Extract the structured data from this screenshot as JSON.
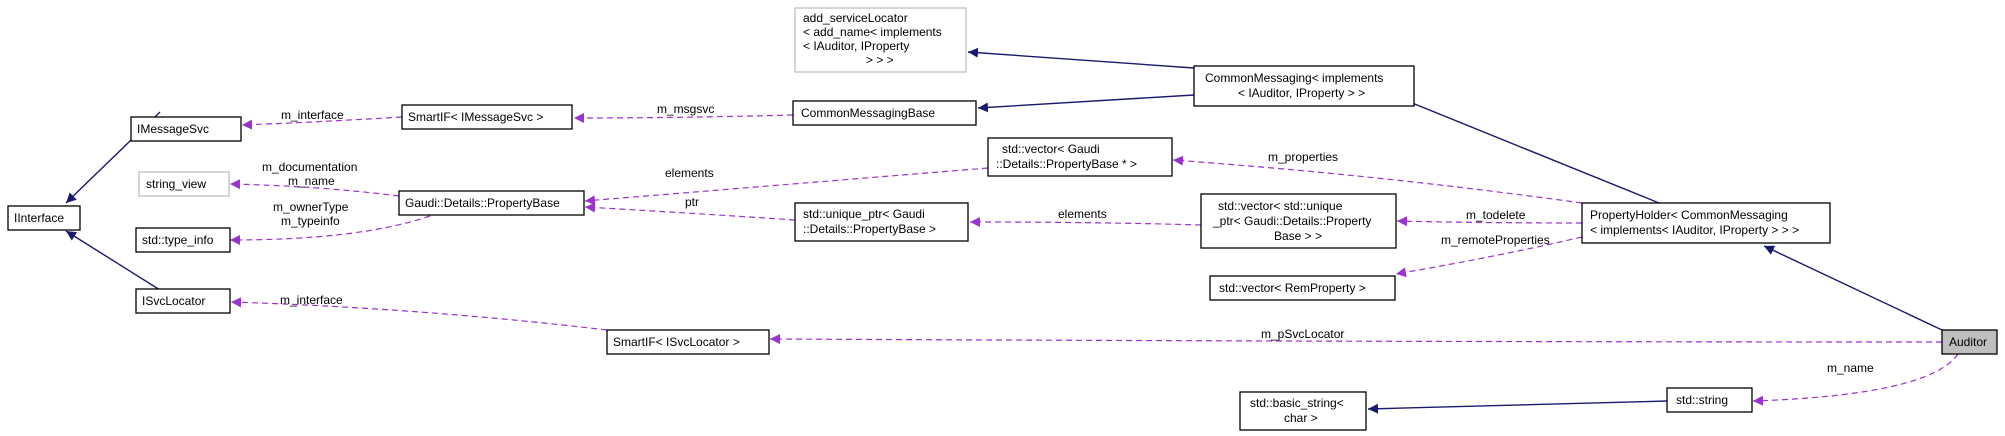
{
  "diagram": {
    "nodes": {
      "iinterface": "IInterface",
      "imessagesvc": "IMessageSvc",
      "string_view": "string_view",
      "type_info": "std::type_info",
      "isvclocator": "ISvcLocator",
      "smartif_imessagesvc": "SmartIF< IMessageSvc >",
      "propertybase": "Gaudi::Details::PropertyBase",
      "smartif_isvclocator": "SmartIF< ISvcLocator >",
      "add_servicelocator": [
        "add_serviceLocator",
        "< add_name< implements",
        "< IAuditor, IProperty",
        "> > >"
      ],
      "commonmessagingbase": "CommonMessagingBase",
      "vector_propertybase_ptr": [
        "std::vector< Gaudi",
        "::Details::PropertyBase * >"
      ],
      "unique_ptr_propertybase": [
        "std::unique_ptr< Gaudi",
        "::Details::PropertyBase >"
      ],
      "commonmessaging": [
        "CommonMessaging< implements",
        "< IAuditor, IProperty > >"
      ],
      "vector_unique_ptr": [
        "std::vector< std::unique",
        "_ptr< Gaudi::Details::Property",
        "Base > >"
      ],
      "vector_remproperty": "std::vector< RemProperty >",
      "basic_string": [
        "std::basic_string<",
        "char >"
      ],
      "std_string": "std::string",
      "propertyholder": [
        "PropertyHolder< CommonMessaging",
        "< implements< IAuditor, IProperty > > >"
      ],
      "auditor": "Auditor"
    },
    "edge_labels": {
      "m_interface_msg": "m_interface",
      "m_msgsvc": "m_msgsvc",
      "m_documentation": "m_documentation",
      "m_name_pb": "m_name",
      "m_ownertype": "m_ownerType",
      "m_typeinfo": "m_typeinfo",
      "elements_vec": "elements",
      "ptr": "ptr",
      "elements_uptr": "elements",
      "m_properties": "m_properties",
      "m_todelete": "m_todelete",
      "m_remoteproperties": "m_remoteProperties",
      "m_interface_svc": "m_interface",
      "m_psvclocator": "m_pSvcLocator",
      "m_name_aud": "m_name"
    },
    "colors": {
      "inheritance_edge": "#191970",
      "usage_edge": "#9a32cd",
      "selected_node_fill": "#bfbfbf",
      "gray_node_border": "#bfbfbf"
    }
  }
}
